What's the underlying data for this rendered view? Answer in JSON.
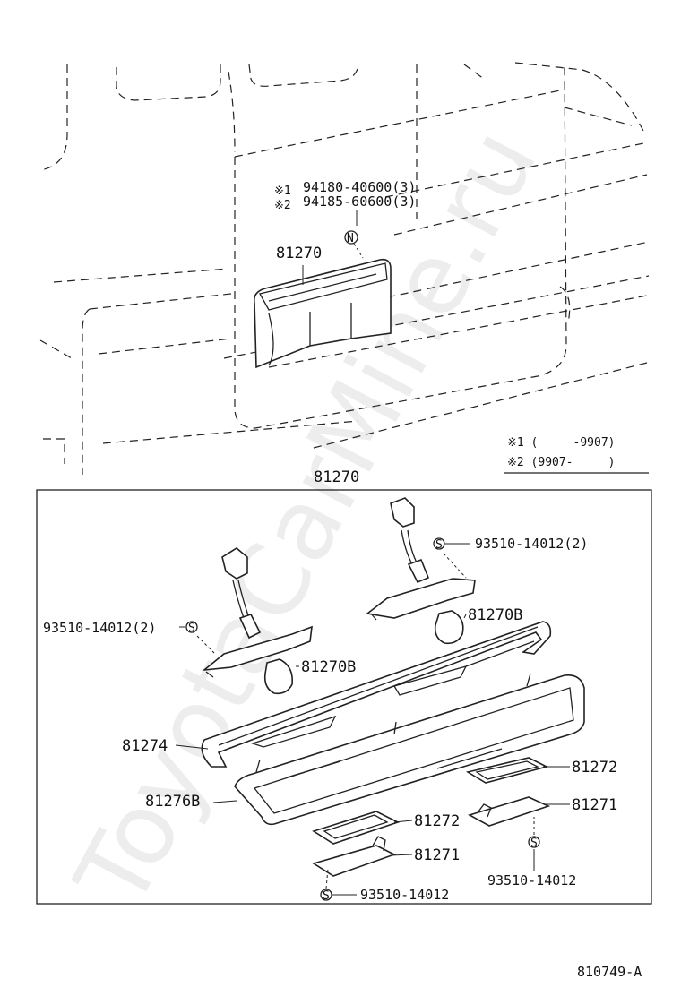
{
  "watermark": "ToyotaCarMine.ru",
  "top_view": {
    "note1_marker": "※1",
    "note2_marker": "※2",
    "screw_part_1": "94180-40600(3)",
    "screw_part_2": "94185-60600(3)",
    "screw_symbol": "N",
    "lamp_part": "81270"
  },
  "legend": {
    "row1": "※1 (     -9907)",
    "row2": "※2 (9907-     )"
  },
  "detail_title": "81270",
  "callouts": {
    "screw_right": "93510-14012(2)",
    "screw_left": "93510-14012(2)",
    "bulb_right": "81270B",
    "bulb_left": "81270B",
    "lens": "81274",
    "housing": "81276B",
    "gasket_right": "81272",
    "gasket_left": "81272",
    "bracket_right": "81271",
    "bracket_left": "81271",
    "screw_bottom_right": "93510-14012",
    "screw_bottom_left": "93510-14012",
    "screw_symbol": "S"
  },
  "figure_id": "810749-A"
}
